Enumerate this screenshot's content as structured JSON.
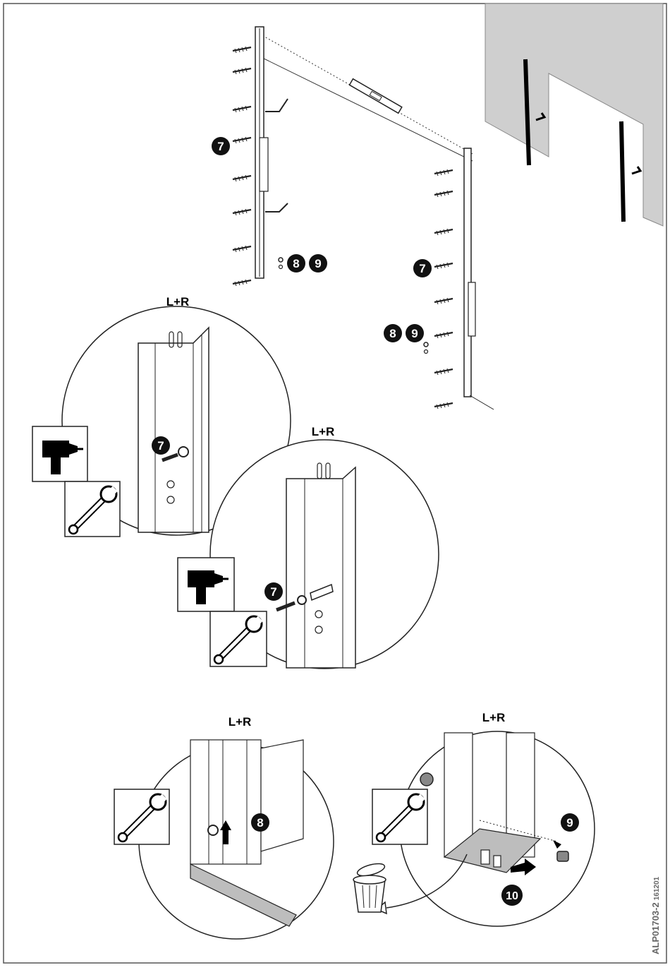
{
  "labels": {
    "both_sides_1": "L+R",
    "both_sides_2": "L+R",
    "both_sides_3": "L+R",
    "both_sides_4": "L+R"
  },
  "badges": {
    "screw": "7",
    "bolt": "8",
    "nut": "9",
    "bracket": "10"
  },
  "doc": {
    "code": "ALP01703-2",
    "version": "161201"
  },
  "icons": {
    "drill": "drill-icon",
    "wrench": "wrench-icon",
    "bin": "waste-bin-icon",
    "level": "spirit-level-icon"
  },
  "colors": {
    "wall": "#cfcfcf",
    "badge": "#111111",
    "line": "#222222"
  }
}
